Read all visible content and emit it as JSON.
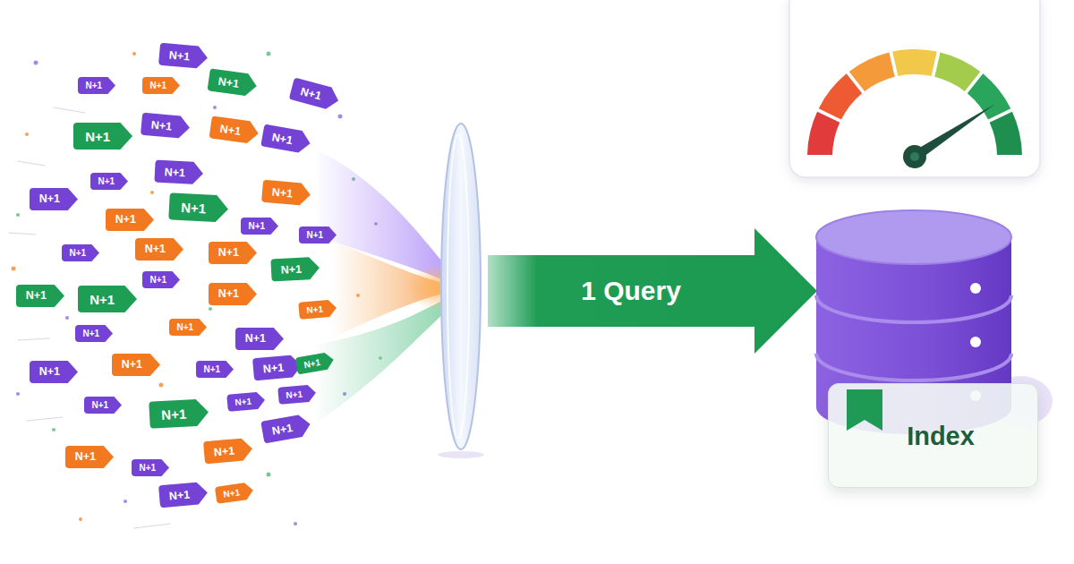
{
  "diagram": {
    "nodes": [
      {
        "text": [
          "N+1"
        ]
      },
      {
        "text": [
          "N+1"
        ]
      },
      {
        "text": [
          "N+1"
        ]
      },
      {
        "text": [
          "N+1"
        ]
      },
      {
        "text": [
          "N+1"
        ]
      },
      {
        "text": [
          "N+1"
        ]
      },
      {
        "text": [
          "N+1"
        ]
      },
      {
        "text": [
          "N+1"
        ]
      },
      {
        "text": [
          "N+1"
        ]
      },
      {
        "text": [
          "N+1"
        ]
      },
      {
        "text": [
          "N+1"
        ]
      },
      {
        "text": [
          "N+1"
        ]
      },
      {
        "text": [
          "N+1"
        ]
      },
      {
        "text": [
          "N+1"
        ]
      },
      {
        "text": [
          "N+1"
        ]
      },
      {
        "text": [
          "N+1"
        ]
      },
      {
        "text": [
          "N+1"
        ]
      },
      {
        "text": [
          "N+1"
        ]
      },
      {
        "text": [
          "N+1"
        ]
      },
      {
        "text": [
          "N+1"
        ]
      },
      {
        "text": [
          "N+1"
        ]
      },
      {
        "text": [
          "N+1"
        ]
      },
      {
        "text": [
          "N+1"
        ]
      },
      {
        "text": [
          "N+1"
        ]
      },
      {
        "text": [
          "N+1"
        ]
      },
      {
        "text": [
          "N+1"
        ]
      },
      {
        "text": [
          "N+1"
        ]
      },
      {
        "text": [
          "N+1"
        ]
      },
      {
        "text": [
          "N+1"
        ]
      },
      {
        "text": [
          "N+1"
        ]
      },
      {
        "text": [
          "N+1"
        ]
      },
      {
        "text": [
          "N+1"
        ]
      },
      {
        "text": [
          "N+1"
        ]
      },
      {
        "text": [
          "N+1"
        ]
      },
      {
        "text": [
          "N+1"
        ]
      },
      {
        "text": [
          "N+1"
        ]
      },
      {
        "text": [
          "N+1"
        ]
      },
      {
        "text": [
          "N+1"
        ]
      },
      {
        "text": [
          "N+1"
        ]
      },
      {
        "text": [
          "N+1"
        ]
      },
      {
        "text": [
          "N+1"
        ]
      },
      {
        "text": [
          "N+1"
        ]
      },
      {
        "text": [
          "N+1"
        ]
      },
      {
        "text": [
          "N+1"
        ]
      },
      {
        "text": [
          "1 Query"
        ]
      },
      {
        "text": [
          "Index"
        ]
      }
    ]
  }
}
